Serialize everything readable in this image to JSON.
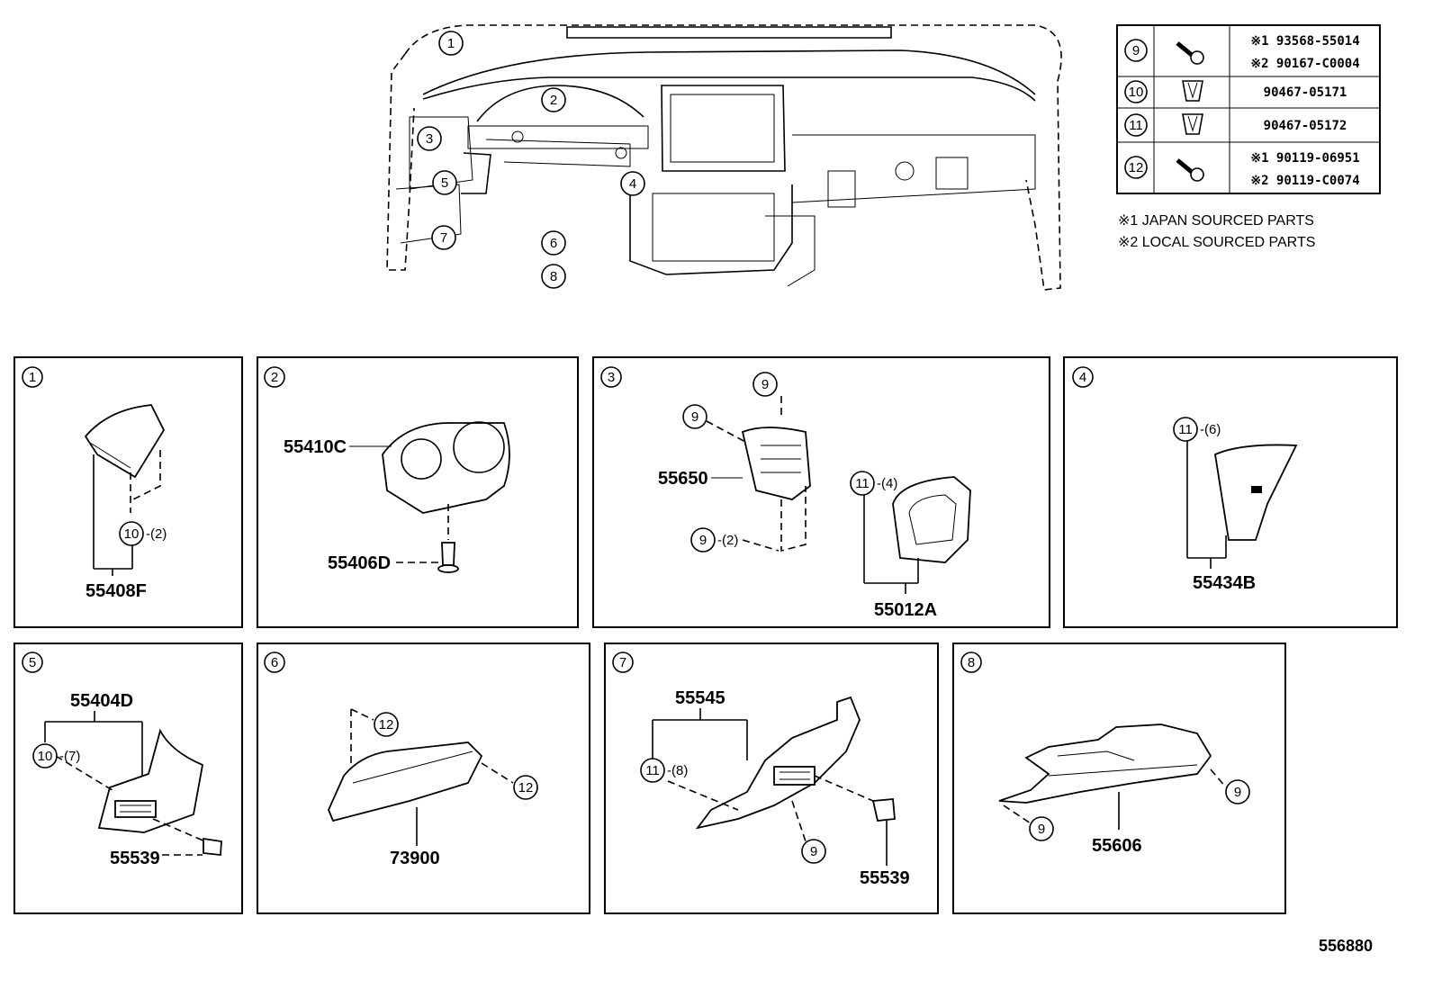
{
  "diagram_id": "556880",
  "overview": {
    "callouts": [
      "1",
      "2",
      "3",
      "4",
      "5",
      "6",
      "7",
      "8"
    ]
  },
  "fastener_table": {
    "rows": [
      {
        "ref": "9",
        "icon": "bolt-icon",
        "line1": "※1 93568-55014",
        "line2": "※2 90167-C0004"
      },
      {
        "ref": "10",
        "icon": "clip-icon",
        "line1": "90467-05171",
        "line2": ""
      },
      {
        "ref": "11",
        "icon": "clip-icon",
        "line1": "90467-05172",
        "line2": ""
      },
      {
        "ref": "12",
        "icon": "bolt-icon",
        "line1": "※1 90119-06951",
        "line2": "※2 90119-C0074"
      }
    ],
    "notes": [
      "※1 JAPAN SOURCED PARTS",
      "※2 LOCAL SOURCED PARTS"
    ]
  },
  "panels": [
    {
      "id": "1",
      "parts": [
        "55408F"
      ],
      "fasteners": [
        {
          "ref": "10",
          "qty": "(2)"
        }
      ]
    },
    {
      "id": "2",
      "parts": [
        "55410C",
        "55406D"
      ],
      "fasteners": []
    },
    {
      "id": "3",
      "parts": [
        "55650",
        "55012A"
      ],
      "fasteners": [
        {
          "ref": "9",
          "qty": ""
        },
        {
          "ref": "9",
          "qty": ""
        },
        {
          "ref": "9",
          "qty": "(2)"
        },
        {
          "ref": "11",
          "qty": "(4)"
        }
      ]
    },
    {
      "id": "4",
      "parts": [
        "55434B"
      ],
      "fasteners": [
        {
          "ref": "11",
          "qty": "(6)"
        }
      ]
    },
    {
      "id": "5",
      "parts": [
        "55404D",
        "55539"
      ],
      "fasteners": [
        {
          "ref": "10",
          "qty": "(7)"
        }
      ]
    },
    {
      "id": "6",
      "parts": [
        "73900"
      ],
      "fasteners": [
        {
          "ref": "12",
          "qty": ""
        },
        {
          "ref": "12",
          "qty": ""
        }
      ]
    },
    {
      "id": "7",
      "parts": [
        "55545",
        "55539"
      ],
      "fasteners": [
        {
          "ref": "11",
          "qty": "(8)"
        },
        {
          "ref": "9",
          "qty": ""
        }
      ]
    },
    {
      "id": "8",
      "parts": [
        "55606"
      ],
      "fasteners": [
        {
          "ref": "9",
          "qty": ""
        },
        {
          "ref": "9",
          "qty": ""
        }
      ]
    }
  ]
}
